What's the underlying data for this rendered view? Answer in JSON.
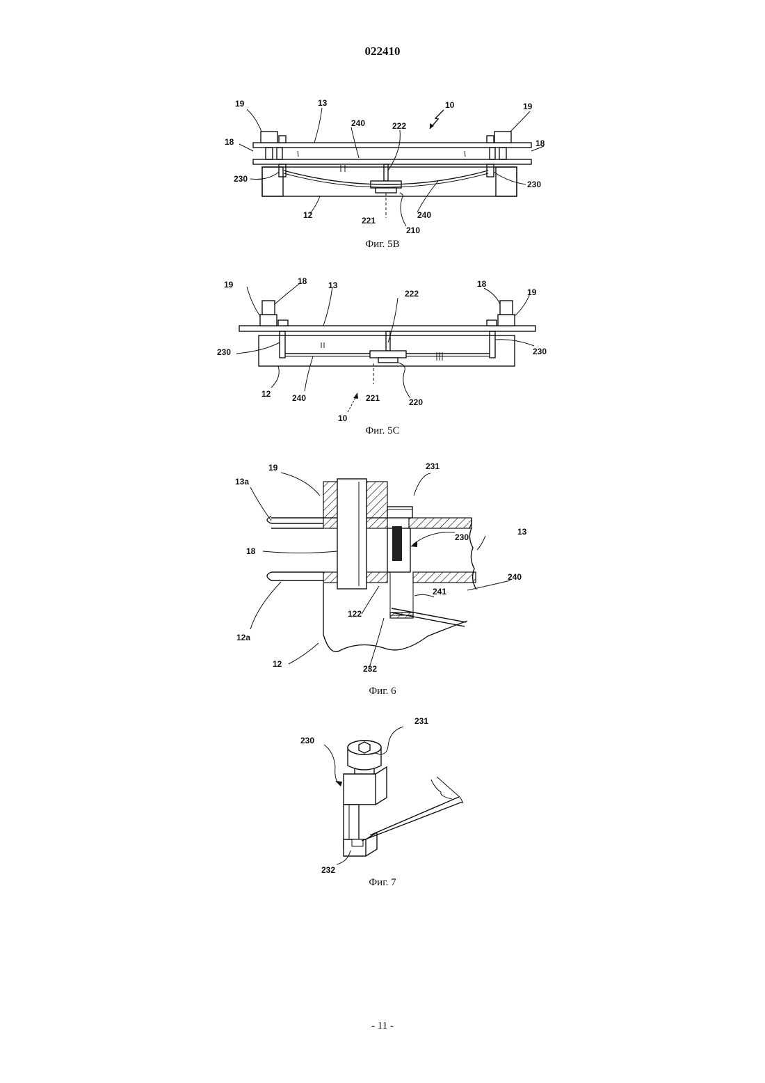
{
  "header": {
    "doc_number": "022410"
  },
  "figures": {
    "fig5b": {
      "caption": "Фиг. 5В",
      "labels": {
        "r19a": "19",
        "r13": "13",
        "r10": "10",
        "r19b": "19",
        "r240a": "240",
        "r222": "222",
        "r18a": "18",
        "r18b": "18",
        "r230a": "230",
        "r230b": "230",
        "r12": "12",
        "r240b": "240",
        "r221": "221",
        "r210": "210"
      }
    },
    "fig5c": {
      "caption": "Фиг. 5С",
      "labels": {
        "r19a": "19",
        "r18a": "18",
        "r13": "13",
        "r222": "222",
        "r18b": "18",
        "r19b": "19",
        "r230a": "230",
        "r230b": "230",
        "r12": "12",
        "r240": "240",
        "r221": "221",
        "r220": "220",
        "r10": "10"
      }
    },
    "fig6": {
      "caption": "Фиг. 6",
      "labels": {
        "r19": "19",
        "r231": "231",
        "r13a": "13a",
        "r230": "230",
        "r13": "13",
        "r18": "18",
        "r240": "240",
        "r241": "241",
        "r122": "122",
        "r12a": "12a",
        "r12": "12",
        "r232": "232"
      }
    },
    "fig7": {
      "caption": "Фиг. 7",
      "labels": {
        "r231": "231",
        "r230": "230",
        "r232": "232"
      }
    }
  },
  "footer": {
    "page_number": "- 11 -"
  }
}
